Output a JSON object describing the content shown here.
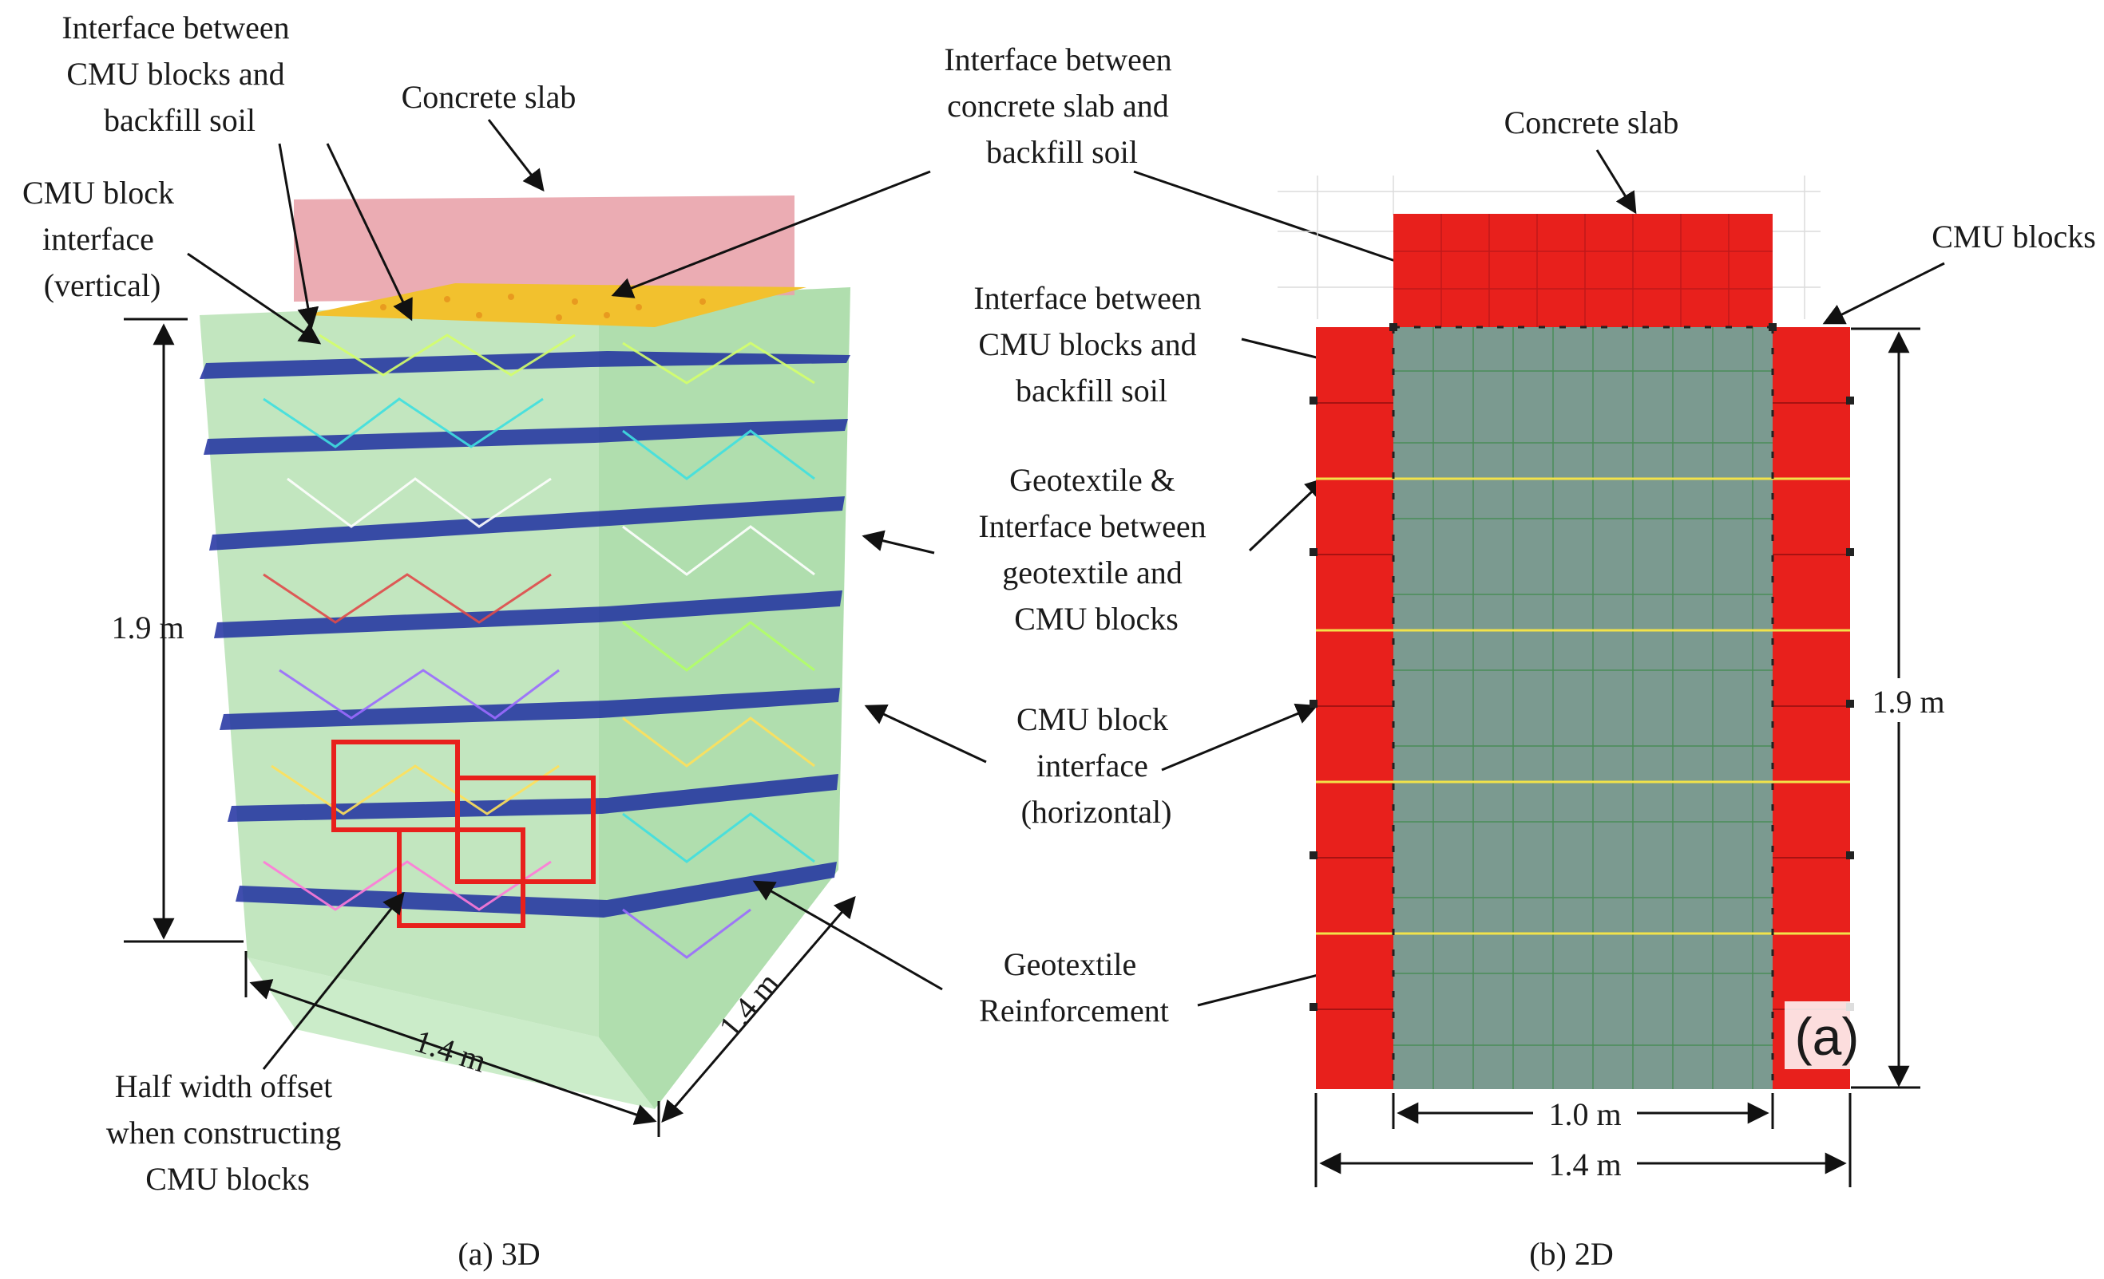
{
  "panel_3d": {
    "caption": "(a) 3D",
    "labels": {
      "interface_cmu_backfill": [
        "Interface between",
        "CMU blocks and",
        "backfill soil"
      ],
      "concrete_slab": [
        "Concrete slab"
      ],
      "cmu_block_interface_vertical": [
        "CMU block",
        "interface",
        "(vertical)"
      ],
      "half_width_offset": [
        "Half width offset",
        "when constructing",
        "CMU blocks"
      ]
    },
    "dimensions": {
      "height": "1.9 m",
      "width": "1.4 m",
      "depth": "1.4 m"
    }
  },
  "shared_labels": {
    "interface_slab_backfill": [
      "Interface between",
      "concrete slab and",
      "backfill soil"
    ],
    "interface_cmu_backfill": [
      "Interface between",
      "CMU blocks and",
      "backfill soil"
    ],
    "geotextile_interface": [
      "Geotextile &",
      "Interface between",
      "geotextile and",
      "CMU blocks"
    ],
    "cmu_block_interface_horizontal": [
      "CMU block",
      "interface",
      "(horizontal)"
    ],
    "geotextile_reinforcement": [
      "Geotextile",
      "Reinforcement"
    ]
  },
  "panel_2d": {
    "caption": "(b) 2D",
    "labels": {
      "concrete_slab": [
        "Concrete slab"
      ],
      "cmu_blocks": [
        "CMU blocks"
      ]
    },
    "dimensions": {
      "height": "1.9 m",
      "inner_width": "1.0 m",
      "outer_width": "1.4 m"
    },
    "overlay_tag": "(a)"
  },
  "colors": {
    "cmu_red": "#e8201c",
    "backfill_gray": "#7b9a90",
    "slab_pink": "#e9a3ab",
    "transparent_green": "#8fd18a",
    "geotextile_blue": "#1f2fa0",
    "soil_yellow": "#f2c12e"
  }
}
